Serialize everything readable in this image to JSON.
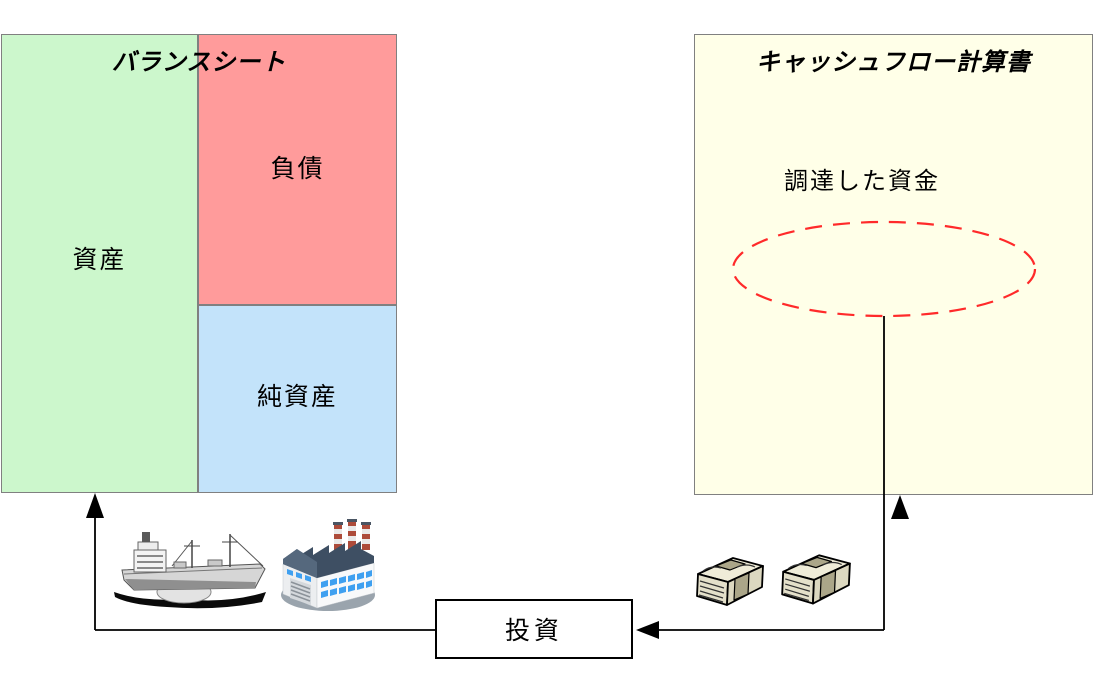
{
  "diagram": {
    "balance_sheet": {
      "title": "バランスシート",
      "sections": {
        "assets": {
          "label": "資産",
          "color": "#CCF7CC"
        },
        "liabilities": {
          "label": "負債",
          "color": "#FF9B9B"
        },
        "net_assets": {
          "label": "純資産",
          "color": "#C3E3FA"
        }
      },
      "border_color": "#808080"
    },
    "cash_flow_statement": {
      "title": "キャッシュフロー計算書",
      "raised_funds_label": "調達した資金",
      "background": "#FFFFE8",
      "border_color": "#808080",
      "highlight_ellipse_color": "#FF2A2A"
    },
    "investment_box": {
      "label": "投資",
      "background": "#FFFFFF",
      "border_color": "#000000"
    },
    "connector_color": "#000000",
    "icons": {
      "ship": "cargo-ship-icon",
      "factory": "factory-icon",
      "money_left": "money-bundle-icon",
      "money_right": "money-bundle-icon"
    }
  }
}
